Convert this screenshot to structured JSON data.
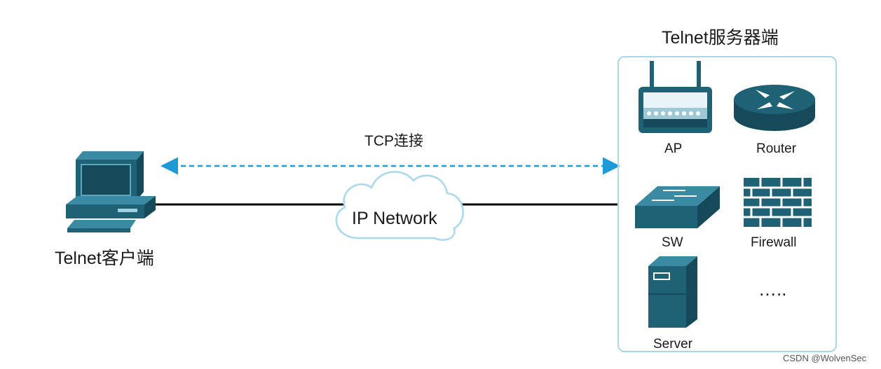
{
  "server_title": "Telnet服务器端",
  "client_label": "Telnet客户端",
  "connection_label": "TCP连接",
  "network_label": "IP Network",
  "devices": {
    "ap": "AP",
    "router": "Router",
    "switch": "SW",
    "firewall": "Firewall",
    "server": "Server",
    "more": "….."
  },
  "watermark": "CSDN @WolvenSec",
  "colors": {
    "device": "#1f6175",
    "device_dark": "#16495a",
    "device_light": "#3a8aa3",
    "dashed_arrow": "#1e9bd7",
    "cloud_stroke": "#a9d8ea",
    "panel_border": "#a9d8ea",
    "link_line": "#000000"
  },
  "icons": [
    "computer-icon",
    "cloud-icon",
    "ap-icon",
    "router-icon",
    "switch-icon",
    "firewall-icon",
    "server-icon"
  ]
}
